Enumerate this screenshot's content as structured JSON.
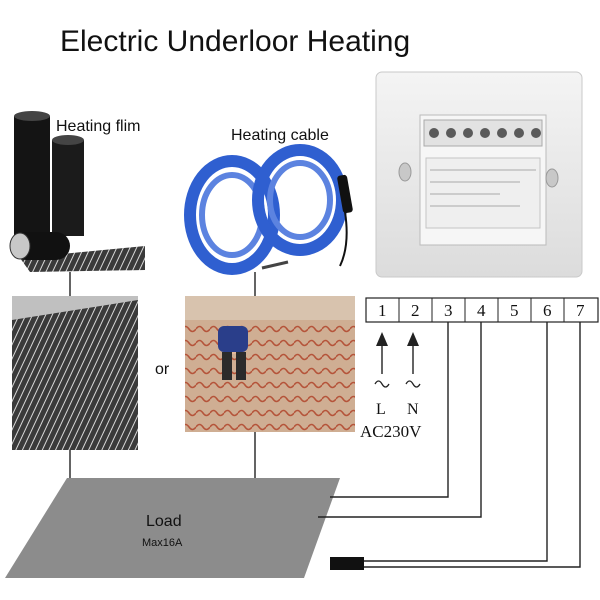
{
  "title": "Electric Underloor Heating",
  "heating_film_label": "Heating flim",
  "heating_cable_label": "Heating cable",
  "or_label": "or",
  "terminals": [
    "1",
    "2",
    "3",
    "4",
    "5",
    "6",
    "7"
  ],
  "l_label": "L",
  "n_label": "N",
  "voltage_label": "AC230V",
  "load_label": "Load",
  "load_max_label": "Max16A",
  "colors": {
    "cable_blue": "#2f5fd0",
    "load_gray": "#8c8c8c",
    "film_black": "#151515",
    "floor_tan": "#caa98d",
    "thermostat_body": "#e9e9e9"
  },
  "icons": [
    "thermostat-device",
    "heating-film-roll",
    "heating-cable-coil",
    "ac-symbol",
    "sensor-probe"
  ]
}
